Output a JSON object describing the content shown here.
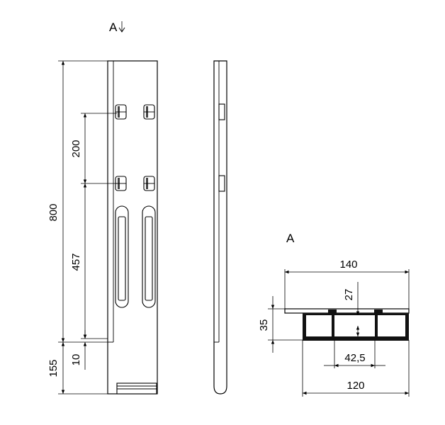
{
  "view_labels": {
    "front_arrow_label": "A",
    "section_label": "A"
  },
  "dimensions": {
    "total_height": "800",
    "hole_spacing": "200",
    "lower_span": "457",
    "base_height": "155",
    "small_offset": "10",
    "profile_width_top": "140",
    "profile_height": "35",
    "inner_depth": "27",
    "slot_width": "42,5",
    "profile_width_bottom": "120"
  }
}
